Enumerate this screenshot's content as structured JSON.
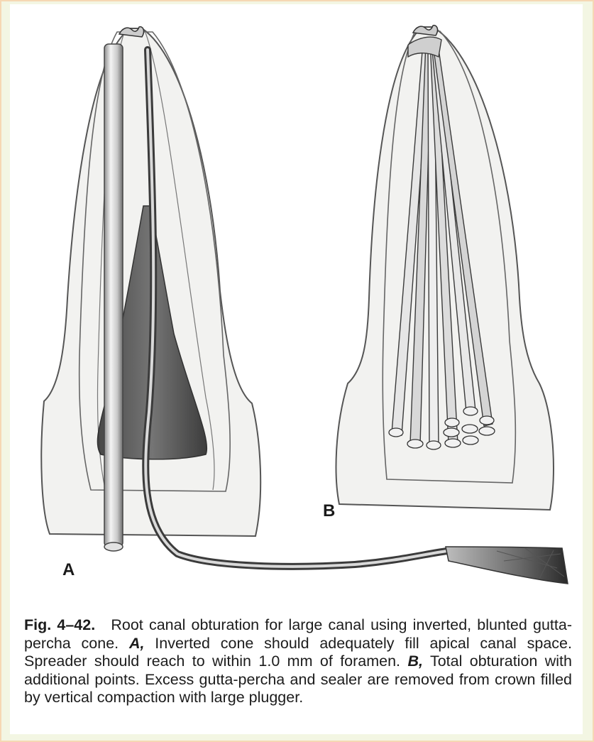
{
  "figure": {
    "panels": [
      {
        "id": "A",
        "label": "A"
      },
      {
        "id": "B",
        "label": "B"
      }
    ]
  },
  "caption": {
    "number": "Fig. 4–42.",
    "intro": "Root canal obturation for large canal using inverted, blunted gutta-percha cone.",
    "part_a_label": "A,",
    "part_a_text": "Inverted cone should adequately fill apical canal space. Spreader should reach to within 1.0 mm of foramen.",
    "part_b_label": "B,",
    "part_b_text": "Total obturation with additional points. Excess gutta-percha and sealer are removed from crown filled by vertical compaction with large plugger."
  }
}
